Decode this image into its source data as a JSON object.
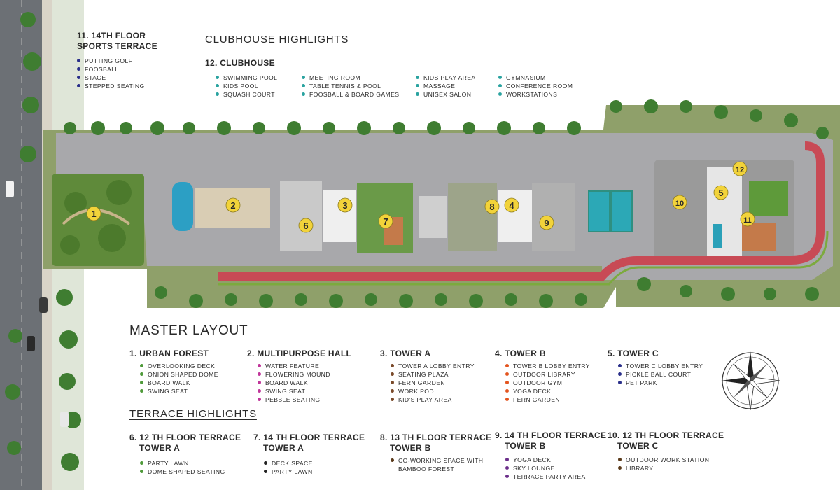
{
  "colors": {
    "green": "#4f9a3a",
    "pink": "#c0359a",
    "brown": "#7a4a2a",
    "orange": "#e3541e",
    "navy": "#2a2f8a",
    "teal": "#2aa3a0",
    "purple": "#6b2e8a",
    "darkbrown": "#5a3a1a",
    "black": "#222222",
    "marker": "#f2d33a",
    "track": "#c84a55"
  },
  "top": {
    "sports": {
      "title": "11. 14TH FLOOR SPORTS TERRACE",
      "items": [
        "PUTTING GOLF",
        "FOOSBALL",
        "STAGE",
        "STEPPED SEATING"
      ]
    },
    "clubhouse_heading": "CLUBHOUSE HIGHLIGHTS",
    "clubhouse": {
      "title": "12. CLUBHOUSE",
      "col1": [
        "SWIMMING POOL",
        "KIDS POOL",
        "SQUASH COURT"
      ],
      "col2": [
        "MEETING ROOM",
        "TABLE TENNIS & POOL",
        "FOOSBALL & BOARD GAMES"
      ],
      "col3": [
        "KIDS PLAY AREA",
        "MASSAGE",
        "UNISEX SALON"
      ],
      "col4": [
        "GYMNASIUM",
        "CONFERENCE ROOM",
        "WORKSTATIONS"
      ]
    }
  },
  "map": {
    "markers": [
      "1",
      "2",
      "3",
      "4",
      "5",
      "6",
      "7",
      "8",
      "9",
      "10",
      "11",
      "12"
    ],
    "compass": "compass-rose"
  },
  "master": {
    "heading": "MASTER LAYOUT",
    "sections": [
      {
        "title": "1. URBAN FOREST",
        "items": [
          "OVERLOOKING DECK",
          "ONION SHAPED DOME",
          "BOARD WALK",
          "SWING SEAT"
        ]
      },
      {
        "title": "2. MULTIPURPOSE HALL",
        "items": [
          "WATER FEATURE",
          "FLOWERING MOUND",
          "BOARD WALK",
          "SWING SEAT",
          "PEBBLE SEATING"
        ]
      },
      {
        "title": "3. TOWER  A",
        "items": [
          "TOWER A LOBBY ENTRY",
          "SEATING PLAZA",
          "FERN GARDEN",
          "WORK POD",
          "KID'S PLAY AREA"
        ]
      },
      {
        "title": "4. TOWER  B",
        "items": [
          "TOWER B LOBBY ENTRY",
          "OUTDOOR LIBRARY",
          "OUTDOOR GYM",
          "YOGA DECK",
          "FERN GARDEN"
        ]
      },
      {
        "title": "5. TOWER  C",
        "items": [
          "TOWER C LOBBY ENTRY",
          "PICKLE BALL COURT",
          "PET PARK"
        ]
      }
    ]
  },
  "terrace": {
    "heading": "TERRACE HIGHLIGHTS",
    "sections": [
      {
        "title1": "6. 12 TH FLOOR TERRACE",
        "title2": "TOWER  A",
        "items": [
          "PARTY LAWN",
          "DOME SHAPED SEATING"
        ]
      },
      {
        "title1": "7. 14 TH FLOOR TERRACE",
        "title2": "TOWER  A",
        "items": [
          "DECK SPACE",
          "PARTY LAWN"
        ]
      },
      {
        "title1": "8. 13 TH FLOOR TERRACE",
        "title2": "TOWER  B",
        "items": [
          "CO-WORKING SPACE WITH",
          "BAMBOO FOREST"
        ]
      },
      {
        "title1": "9. 14 TH FLOOR TERRACE",
        "title2": "TOWER B",
        "items": [
          "YOGA DECK",
          "SKY LOUNGE",
          "TERRACE PARTY AREA"
        ]
      },
      {
        "title1": "10. 12 TH FLOOR TERRACE",
        "title2": "TOWER C",
        "items": [
          "OUTDOOR WORK STATION",
          "LIBRARY"
        ]
      }
    ]
  }
}
